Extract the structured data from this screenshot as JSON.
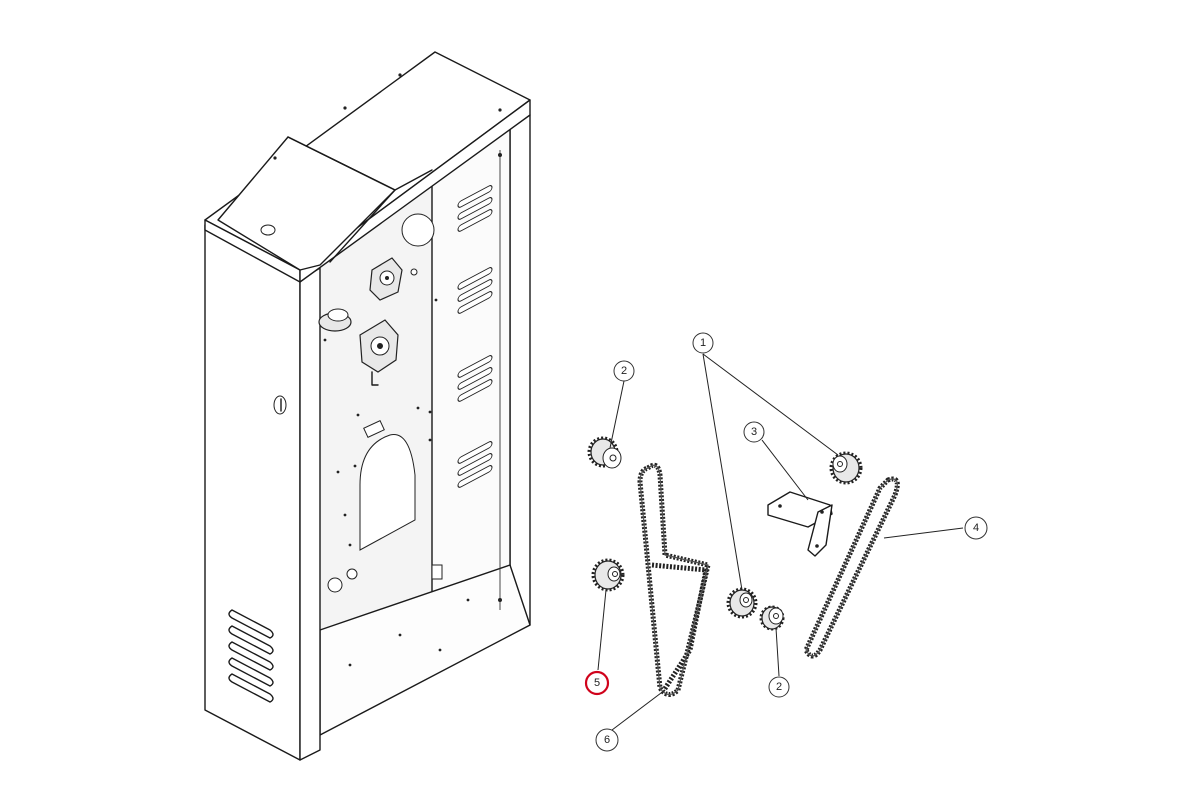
{
  "callouts": [
    {
      "id": "c1",
      "label": "1",
      "highlight": false
    },
    {
      "id": "c2a",
      "label": "2",
      "highlight": false
    },
    {
      "id": "c2b",
      "label": "2",
      "highlight": false
    },
    {
      "id": "c3",
      "label": "3",
      "highlight": false
    },
    {
      "id": "c4",
      "label": "4",
      "highlight": false
    },
    {
      "id": "c5",
      "label": "5",
      "highlight": true
    },
    {
      "id": "c6",
      "label": "6",
      "highlight": false
    }
  ],
  "colors": {
    "line": "#1a1a1a",
    "highlight": "#d0021b",
    "background": "#ffffff"
  }
}
